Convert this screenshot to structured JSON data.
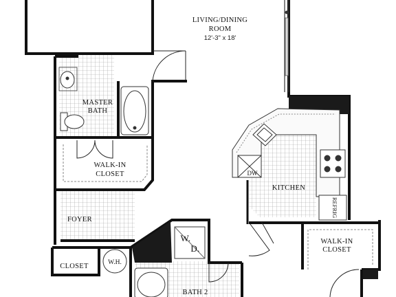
{
  "rooms": {
    "living_dining": {
      "name_line1": "LIVING/DINING",
      "name_line2": "ROOM",
      "dimensions": "12'-3\" x 18'"
    },
    "master_bath": {
      "name_line1": "MASTER",
      "name_line2": "BATH"
    },
    "walk_in_closet_1": {
      "name_line1": "WALK-IN",
      "name_line2": "CLOSET"
    },
    "kitchen": {
      "name": "KITCHEN"
    },
    "foyer": {
      "name": "FOYER"
    },
    "closet": {
      "name": "CLOSET"
    },
    "water_heater": {
      "name": "W.H."
    },
    "washer_dryer": {
      "line1": "W.",
      "line2": "D."
    },
    "bath_2": {
      "name": "BATH 2"
    },
    "walk_in_closet_2": {
      "name_line1": "WALK-IN",
      "name_line2": "CLOSET"
    },
    "dishwasher": {
      "name": "DW"
    },
    "refrigerator": {
      "name": "REFRIG"
    }
  }
}
